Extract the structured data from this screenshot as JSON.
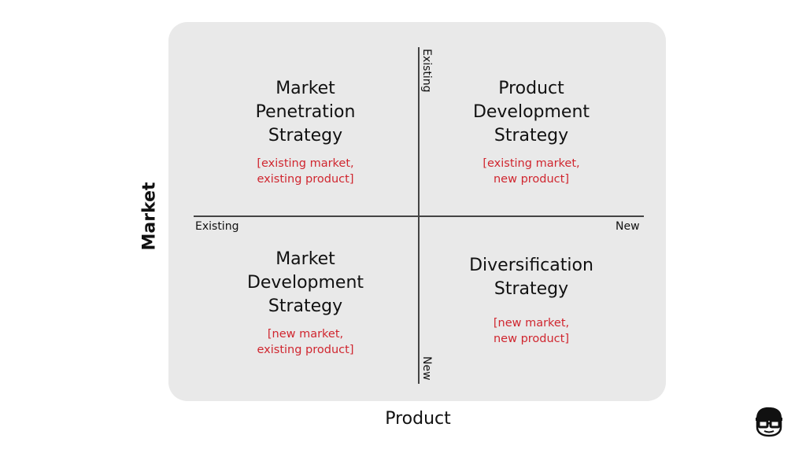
{
  "axes": {
    "y_label": "Market",
    "x_label": "Product",
    "horizontal_left": "Existing",
    "horizontal_right": "New",
    "vertical_top": "Existing",
    "vertical_bottom": "New"
  },
  "quadrants": {
    "top_left": {
      "title_lines": [
        "Market",
        "Penetration",
        "Strategy"
      ],
      "note_lines": [
        "[existing market,",
        "existing product]"
      ]
    },
    "top_right": {
      "title_lines": [
        "Product",
        "Development",
        "Strategy"
      ],
      "note_lines": [
        "[existing market,",
        "new product]"
      ]
    },
    "bottom_left": {
      "title_lines": [
        "Market",
        "Development",
        "Strategy"
      ],
      "note_lines": [
        "[new market,",
        "existing product]"
      ]
    },
    "bottom_right": {
      "title_lines": [
        "Diversification",
        "Strategy"
      ],
      "note_lines": [
        "[new market,",
        "new product]"
      ]
    }
  },
  "logo": {
    "icon": "nerd-glasses-face-icon"
  },
  "colors": {
    "panel": "#e9e9e9",
    "note": "#d0262f",
    "text": "#111111"
  }
}
